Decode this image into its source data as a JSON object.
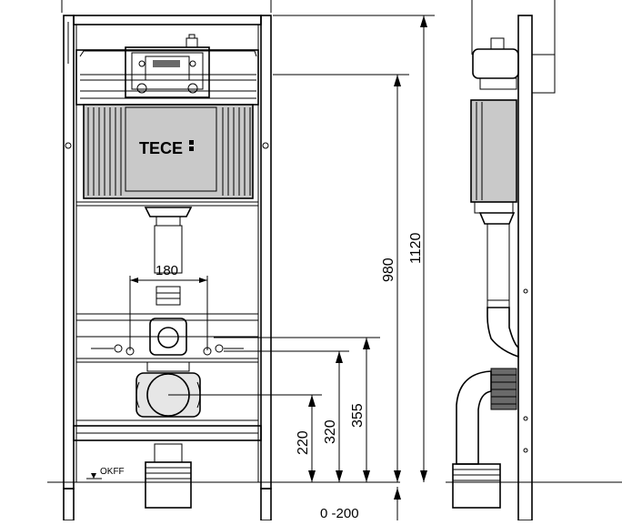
{
  "brand": "TECE",
  "dimensions": {
    "h_1120": "1120",
    "h_980": "980",
    "h_355": "355",
    "h_320": "320",
    "h_220": "220",
    "w_180": "180",
    "adj_0_200": "0 -200"
  },
  "reference": {
    "okff": "OKFF"
  },
  "colors": {
    "line": "#000000",
    "tank_grey": "#c9c9c9",
    "light_grey": "#e6e6e6",
    "background": "#ffffff"
  }
}
